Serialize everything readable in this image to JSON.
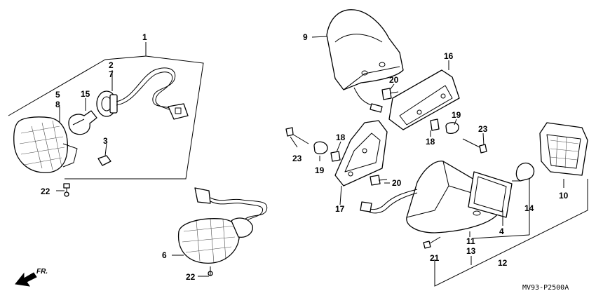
{
  "diagram": {
    "code": "MV93-P2500A",
    "front_label": "FR.",
    "callouts": {
      "c1": "1",
      "c2": "2",
      "c7": "7",
      "c5": "5",
      "c8": "8",
      "c15": "15",
      "c3": "3",
      "c22a": "22",
      "c6": "6",
      "c22b": "22",
      "c9": "9",
      "c16": "16",
      "c20a": "20",
      "c19a": "19",
      "c23a": "23",
      "c18a": "18",
      "c18b": "18",
      "c23b": "23",
      "c19b": "19",
      "c20b": "20",
      "c17": "17",
      "c4": "4",
      "c14": "14",
      "c10": "10",
      "c11": "11",
      "c13": "13",
      "c21": "21",
      "c12": "12"
    }
  }
}
